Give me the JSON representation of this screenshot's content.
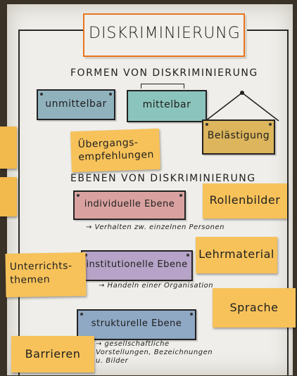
{
  "title": "DISKRIMINIERUNG",
  "forms": {
    "heading": "FORMEN VON DISKRIMINIERUNG",
    "cards": [
      "unmittelbar",
      "mittelbar",
      "Belästigung"
    ]
  },
  "levels": {
    "heading": "EBENEN VON DISKRIMINIERUNG",
    "cards": [
      "individuelle Ebene",
      "institutionelle Ebene",
      "strukturelle Ebene"
    ],
    "descriptions": [
      "→ Verhalten zw. einzelnen Personen",
      "→ Handeln einer Organisation",
      "→ gesellschaftliche Vorstellungen, Bezeichnungen u. Bilder"
    ]
  },
  "notes": {
    "uebergang": "Übergangs-empfehlungen",
    "rollen": "Rollenbilder",
    "lehr": "Lehrmaterial",
    "unterricht": "Unterrichts-themen",
    "sprache": "Sprache",
    "barrieren": "Barrieren"
  },
  "colors": {
    "title_border": "#e7761f",
    "unmittelbar": "#8fb2bd",
    "mittelbar": "#8bc4bc",
    "belaestigung": "#dcb55c",
    "individuell": "#d9a2a0",
    "institutionell": "#b6a3c7",
    "strukturell": "#8fa8c4",
    "note": "#f7c25a"
  }
}
